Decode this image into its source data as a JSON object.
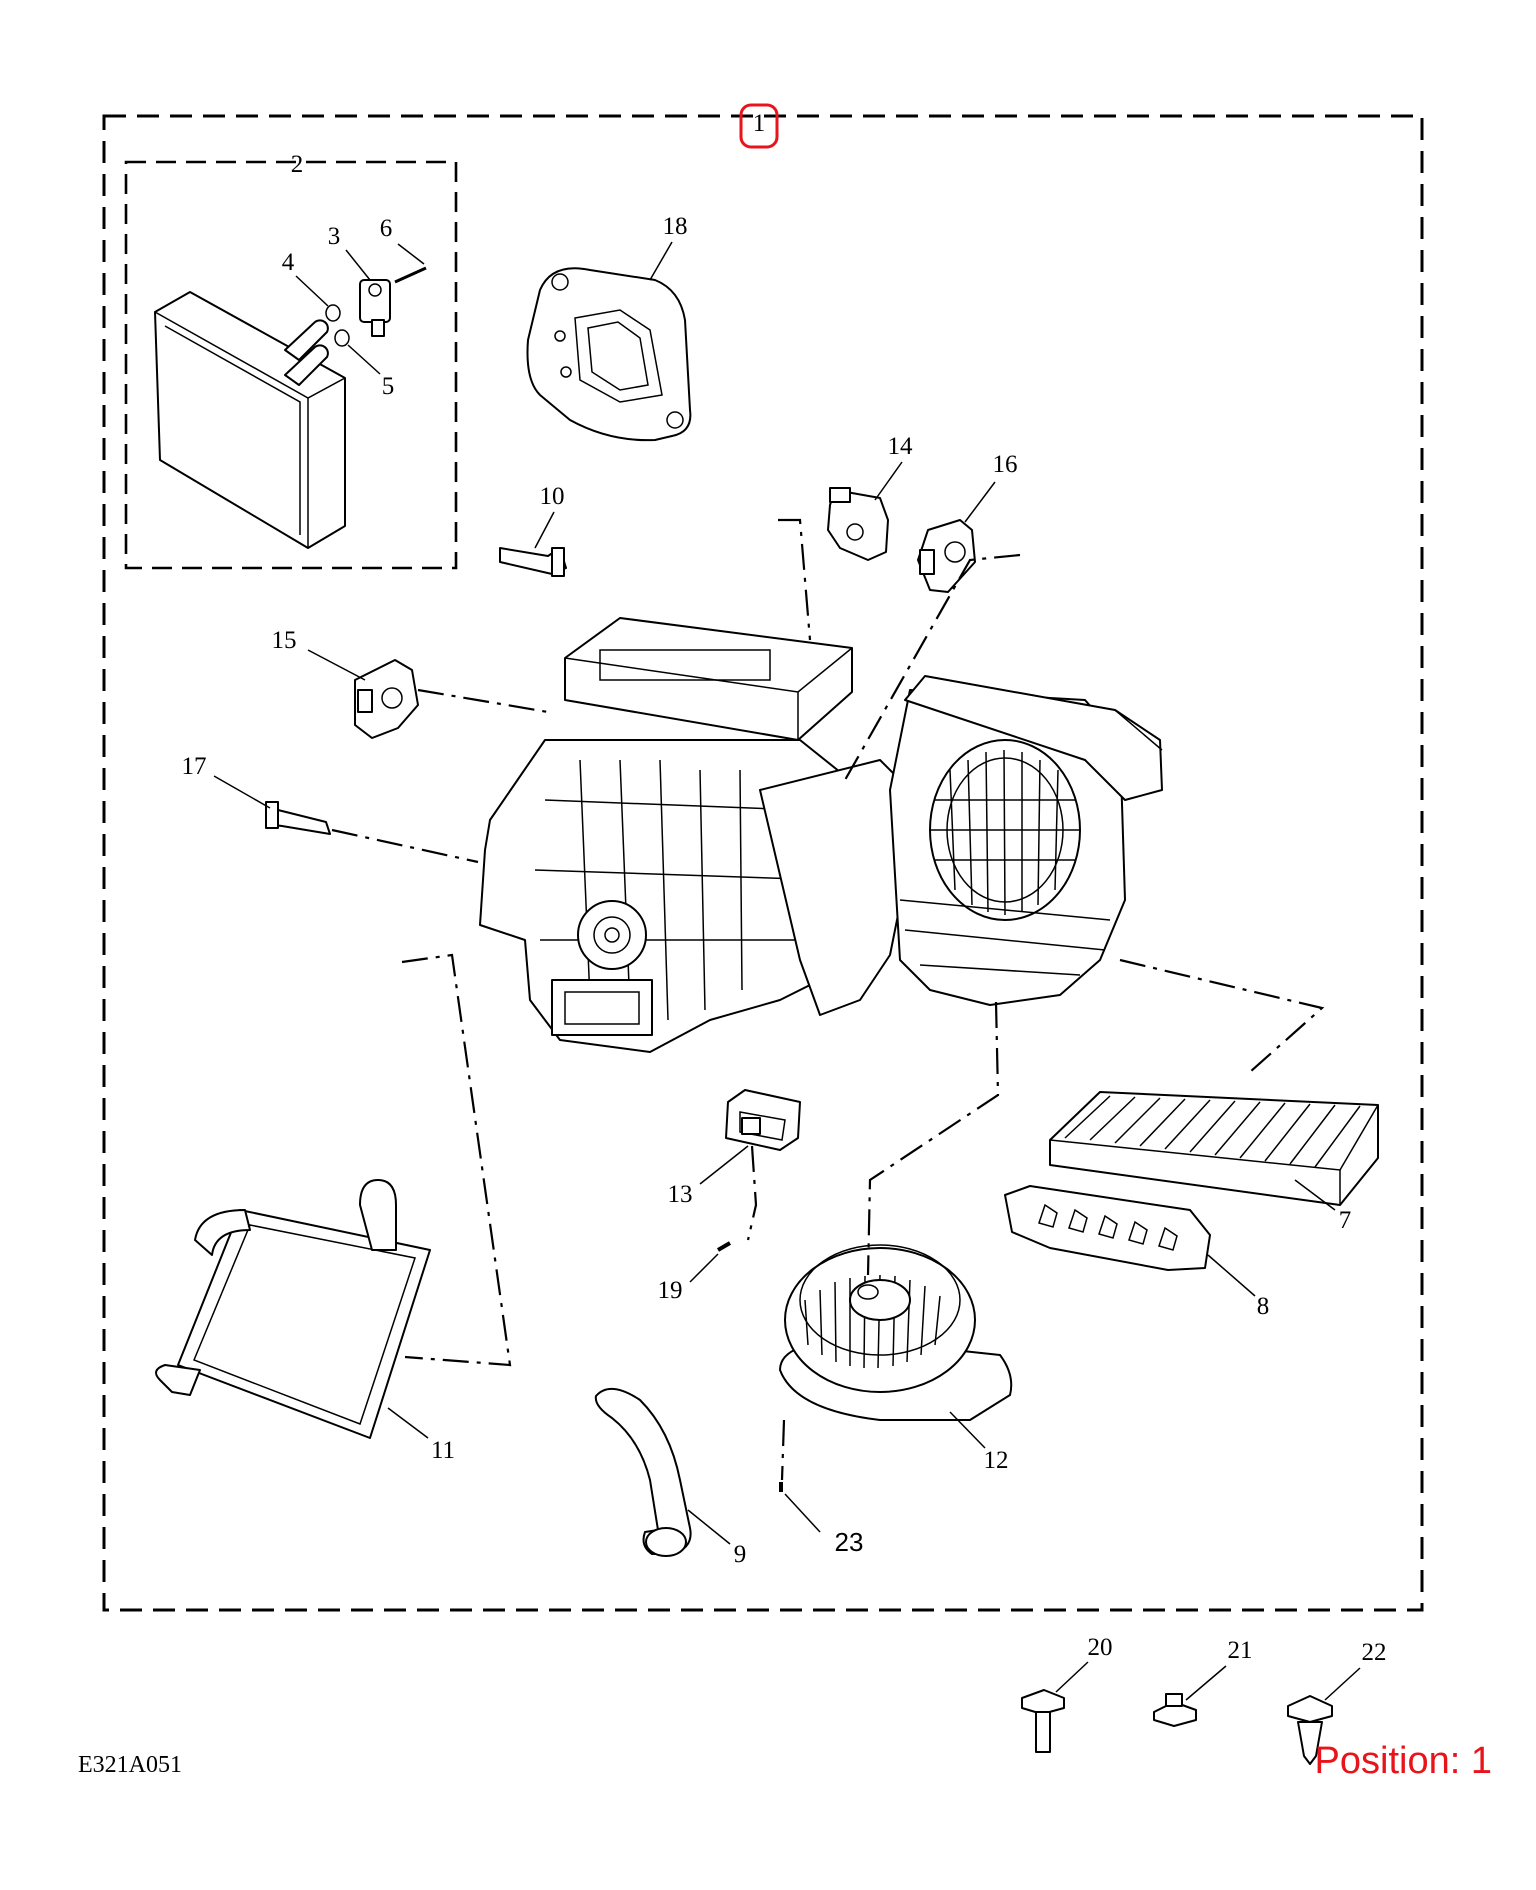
{
  "diagram": {
    "doc_id": "E321A051",
    "position_label": "Position: 1",
    "highlight_color": "#e8141c",
    "callouts": {
      "c1": "1",
      "c2": "2",
      "c3": "3",
      "c4": "4",
      "c5": "5",
      "c6": "6",
      "c7": "7",
      "c8": "8",
      "c9": "9",
      "c10": "10",
      "c11": "11",
      "c12": "12",
      "c13": "13",
      "c14": "14",
      "c15": "15",
      "c16": "16",
      "c17": "17",
      "c18": "18",
      "c19": "19",
      "c20": "20",
      "c21": "21",
      "c22": "22",
      "c23": "23"
    }
  }
}
